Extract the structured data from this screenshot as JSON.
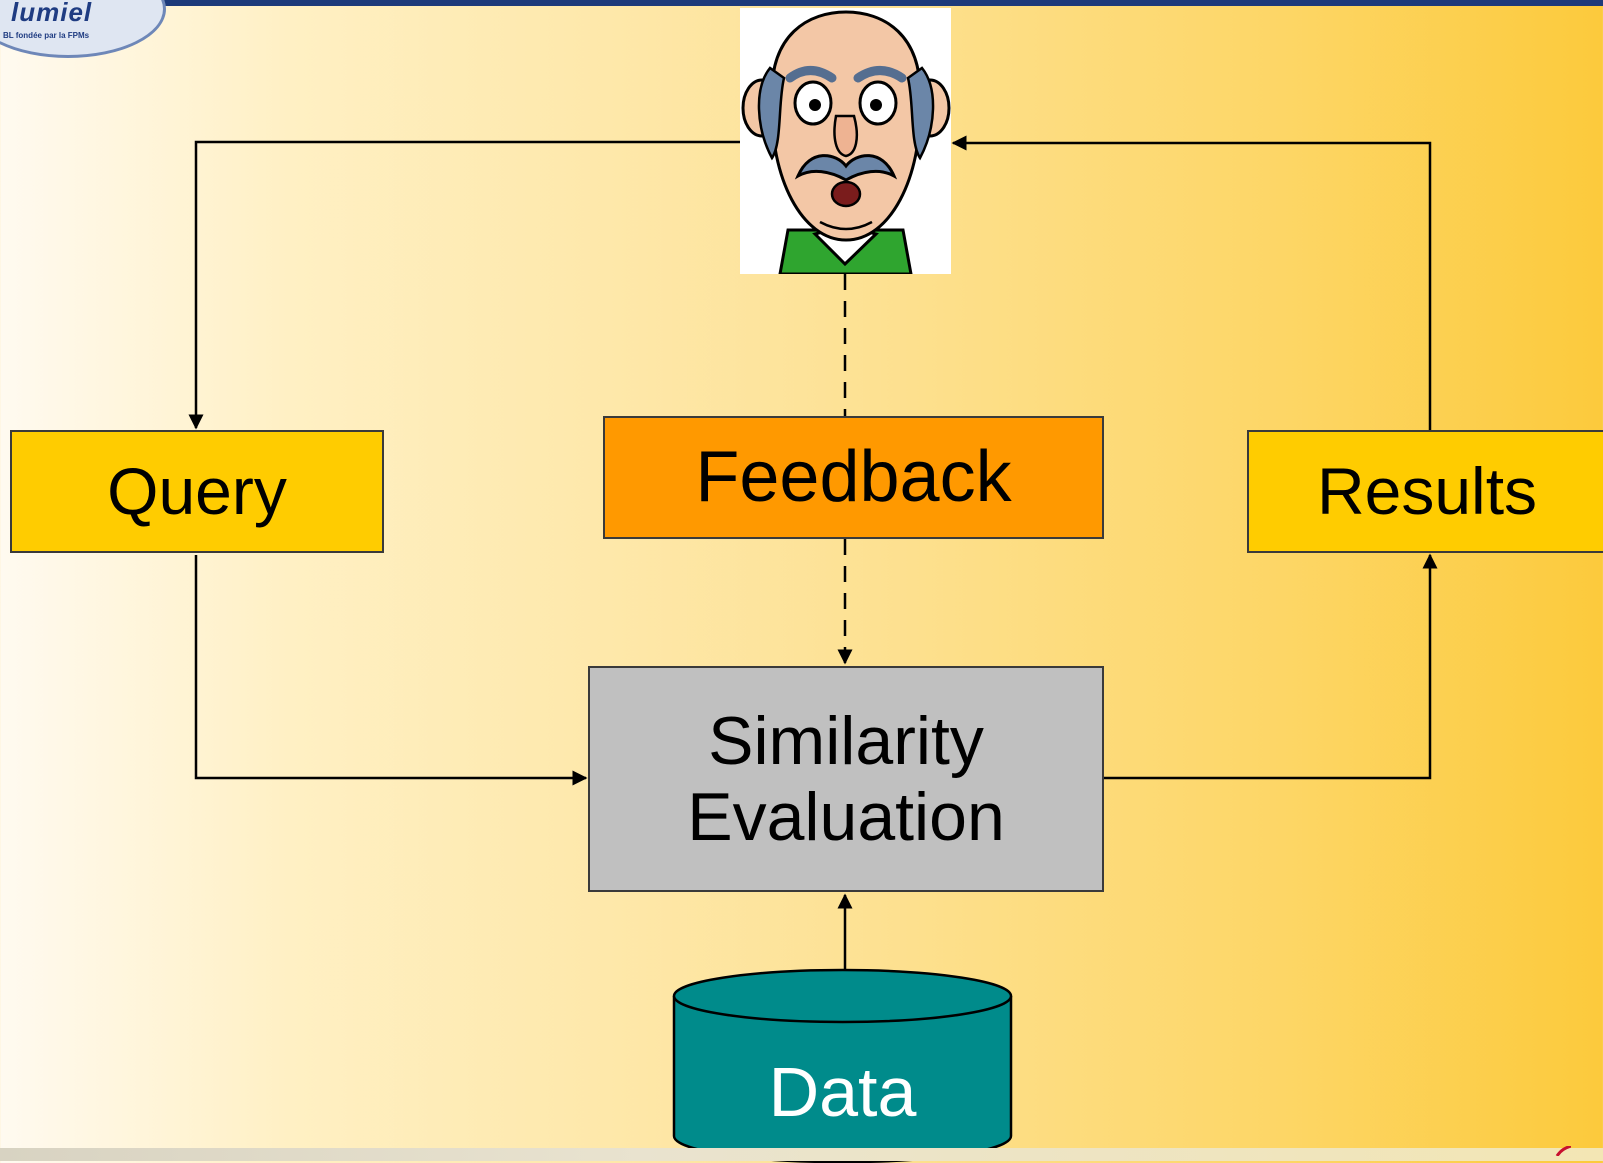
{
  "logo": {
    "wordmark": "lumiel",
    "subtitle": "BL fondée par la FPMs"
  },
  "nodes": {
    "query": "Query",
    "feedback": "Feedback",
    "results": "Results",
    "similarity_evaluation": "Similarity\nEvaluation",
    "data": "Data"
  },
  "colors": {
    "query_fill": "#ffcc00",
    "results_fill": "#ffcc00",
    "feedback_fill": "#ff9900",
    "similarity_fill": "#c0c0c0",
    "data_fill": "#008b8b"
  },
  "edges": [
    {
      "from": "user",
      "to": "query",
      "style": "solid"
    },
    {
      "from": "query",
      "to": "similarity_evaluation",
      "style": "solid"
    },
    {
      "from": "similarity_evaluation",
      "to": "results",
      "style": "solid"
    },
    {
      "from": "results",
      "to": "user",
      "style": "solid"
    },
    {
      "from": "user",
      "to": "feedback",
      "style": "dashed"
    },
    {
      "from": "feedback",
      "to": "similarity_evaluation",
      "style": "dashed"
    },
    {
      "from": "data",
      "to": "similarity_evaluation",
      "style": "solid"
    }
  ],
  "user_icon": "cartoon-old-man-icon"
}
